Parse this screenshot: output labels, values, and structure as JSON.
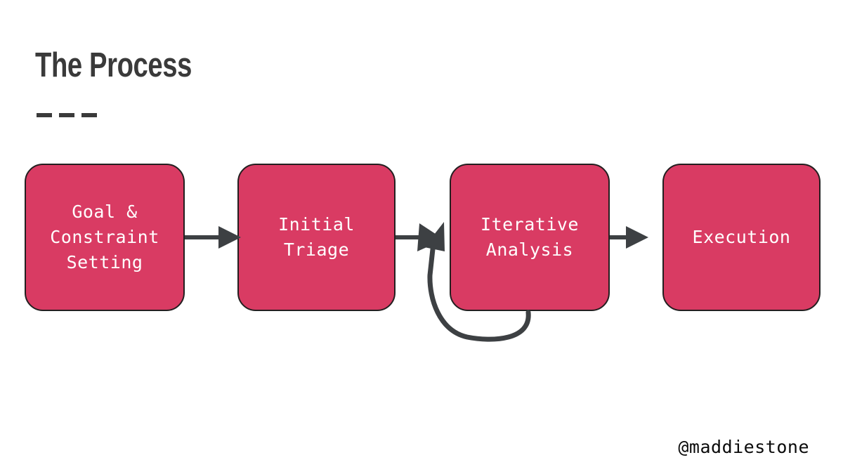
{
  "slide": {
    "title": "The Process",
    "background_color": "#ffffff",
    "title_color": "#3a3a3a",
    "accent_color": "#d93b63",
    "outline_color": "#231f20",
    "arrow_color": "#3d4043",
    "box_text_color": "#ffffff",
    "divider_dash_count": 3
  },
  "flow": {
    "steps": [
      {
        "id": "goal-constraint-setting",
        "label": "Goal &\nConstraint\nSetting"
      },
      {
        "id": "initial-triage",
        "label": "Initial\nTriage"
      },
      {
        "id": "iterative-analysis",
        "label": "Iterative\nAnalysis"
      },
      {
        "id": "execution",
        "label": "Execution"
      }
    ],
    "connectors": [
      {
        "from": "goal-constraint-setting",
        "to": "initial-triage",
        "type": "straight-arrow"
      },
      {
        "from": "initial-triage",
        "to": "iterative-analysis",
        "type": "straight-arrow"
      },
      {
        "from": "iterative-analysis",
        "to": "execution",
        "type": "straight-arrow"
      },
      {
        "from": "iterative-analysis",
        "to": "iterative-analysis",
        "type": "self-loop-arrow"
      }
    ]
  },
  "footer": {
    "handle": "@maddiestone"
  }
}
